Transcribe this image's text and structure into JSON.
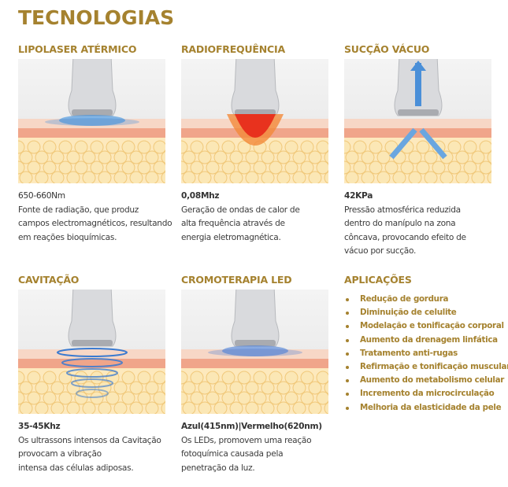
{
  "page_title": "TECNOLOGIAS",
  "cards": [
    {
      "title": "LIPOLASER ATÉRMICO",
      "spec": "650-660Nm",
      "lines": [
        "Fonte de radiação, que produz",
        "campos electromagnéticos, resultando",
        "em reações bioquímicas."
      ],
      "effect": "lipolaser",
      "effect_color": "#3a8fe0"
    },
    {
      "title": "RADIOFREQUÊNCIA",
      "spec": "0,08Mhz",
      "lines": [
        "Geração de ondas de calor de",
        "alta frequência através de",
        "energia eletromagnética."
      ],
      "effect": "radio",
      "effect_color": "#e8321e"
    },
    {
      "title": "SUCÇÃO VÁCUO",
      "spec": "42KPa",
      "lines": [
        "Pressão atmosférica reduzida",
        "dentro do manípulo na zona",
        "côncava, provocando efeito de",
        "vácuo por sucção."
      ],
      "effect": "vacuum",
      "effect_color": "#4a8fd8"
    },
    {
      "title": "CAVITAÇÃO",
      "spec": "35-45Khz",
      "lines": [
        "Os ultrassons intensos da Cavitação",
        "provocam a vibração",
        "intensa das células adiposas."
      ],
      "effect": "cavitation",
      "effect_color": "#3a7ad0"
    },
    {
      "title": "CROMOTERAPIA LED",
      "spec": "Azul(415nm)|Vermelho(620nm)",
      "lines": [
        "Os LEDs, promovem uma reação",
        "fotoquímica causada pela",
        "penetração da luz."
      ],
      "effect": "led",
      "effect_color": "#4a7fd8"
    }
  ],
  "applications": {
    "title": "APLICAÇÕES",
    "items": [
      "Redução de gordura",
      "Diminuição de celulite",
      "Modelação e tonificação corporal",
      "Aumento da drenagem linfática",
      "Tratamento anti-rugas",
      "Refirmação e tonificação muscular",
      "Aumento do metabolismo celular",
      "Incremento da microcirculação",
      "Melhoria da elasticidade da pele"
    ]
  }
}
